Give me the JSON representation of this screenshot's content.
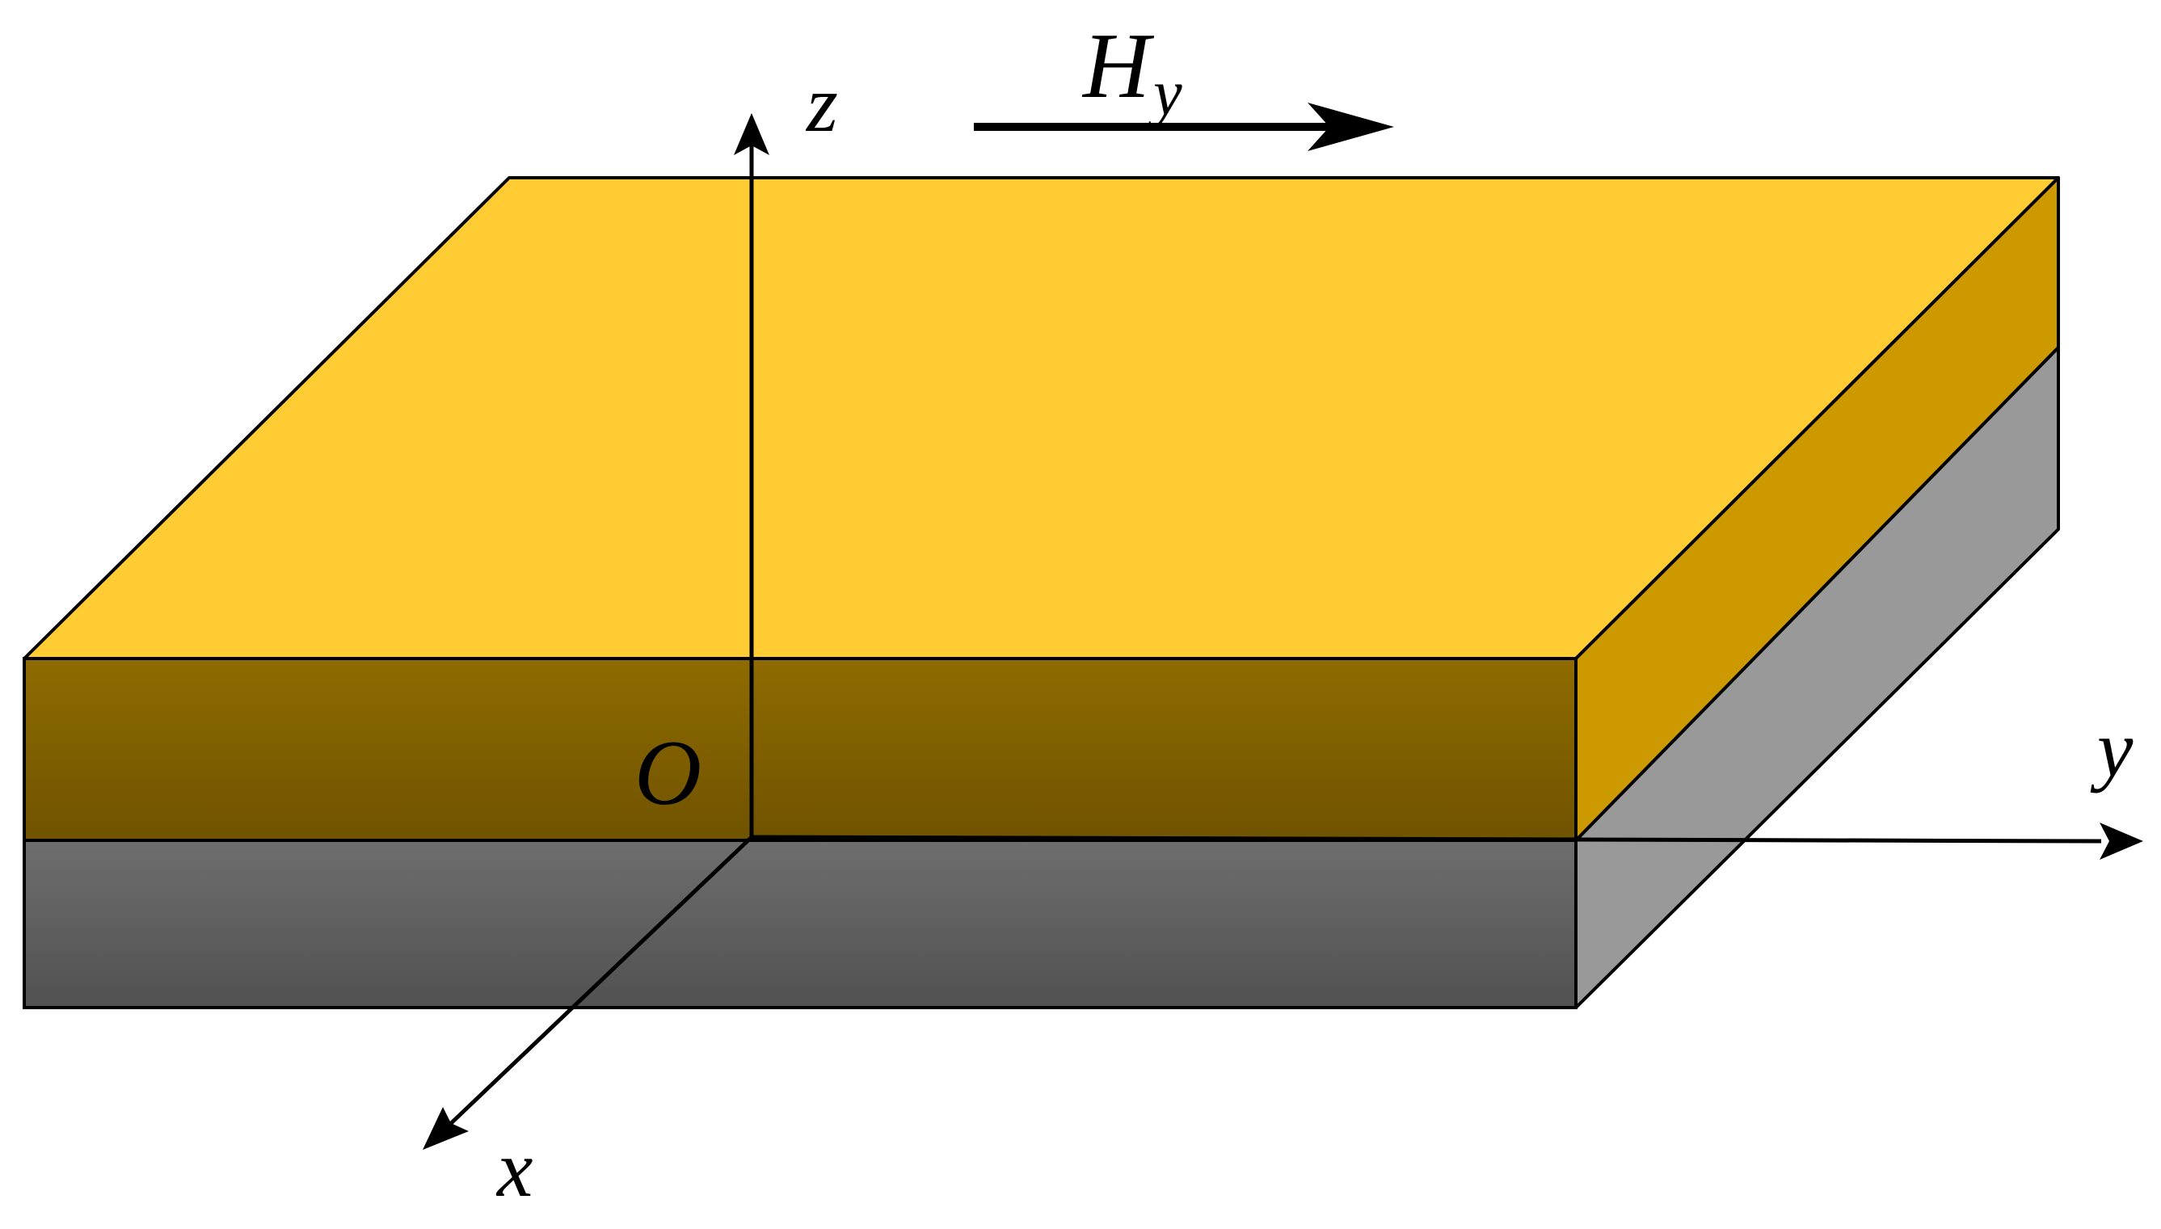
{
  "labels": {
    "z": "z",
    "y": "y",
    "x": "x",
    "origin": "O",
    "field_main": "H",
    "field_sub": "y"
  },
  "colors": {
    "top_layer_top_face": "#FFCC33",
    "top_layer_side_face": "#CC9900",
    "top_layer_front_top": "#8F6B00",
    "top_layer_front_bottom": "#705300",
    "bottom_layer_side_face": "#999999",
    "bottom_layer_front_top": "#6E6E6E",
    "bottom_layer_front_bottom": "#515151",
    "stroke": "#000000"
  }
}
